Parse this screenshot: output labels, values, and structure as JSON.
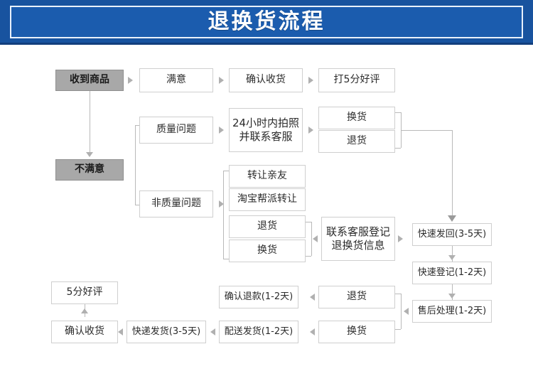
{
  "header": {
    "title": "退换货流程",
    "bg_color": "#18539f",
    "border_color": "#e9f1fb",
    "text_color": "#ffffff"
  },
  "theme": {
    "box_border": "#cfcfcf",
    "box_fill": "#ffffff",
    "gray_fill": "#a8a8a8",
    "connector": "#b9b9b9",
    "text": "#2b2b2b"
  },
  "chart_data": {
    "type": "diagram",
    "title": "退换货流程",
    "nodes": [
      {
        "id": "n1",
        "label": "收到商品",
        "style": "gray"
      },
      {
        "id": "n2",
        "label": "满意",
        "style": "plain"
      },
      {
        "id": "n3",
        "label": "确认收货",
        "style": "plain"
      },
      {
        "id": "n4",
        "label": "打5分好评",
        "style": "plain"
      },
      {
        "id": "n5",
        "label": "不满意",
        "style": "gray"
      },
      {
        "id": "n6",
        "label": "质量问题",
        "style": "plain"
      },
      {
        "id": "n7",
        "label": "24小时内拍照\n并联系客服",
        "style": "plain"
      },
      {
        "id": "n8",
        "label": "换货",
        "style": "plain"
      },
      {
        "id": "n9",
        "label": "退货",
        "style": "plain"
      },
      {
        "id": "n10",
        "label": "非质量问题",
        "style": "plain"
      },
      {
        "id": "n11",
        "label": "转让亲友",
        "style": "plain"
      },
      {
        "id": "n12",
        "label": "淘宝帮派转让",
        "style": "plain"
      },
      {
        "id": "n13",
        "label": "退货",
        "style": "plain"
      },
      {
        "id": "n14",
        "label": "换货",
        "style": "plain"
      },
      {
        "id": "n15",
        "label": "联系客服登记\n退换货信息",
        "style": "plain"
      },
      {
        "id": "n16",
        "label": "快速发回(3-5天)",
        "style": "plain"
      },
      {
        "id": "n17",
        "label": "快速登记(1-2天)",
        "style": "plain"
      },
      {
        "id": "n18",
        "label": "售后处理(1-2天)",
        "style": "plain"
      },
      {
        "id": "n19",
        "label": "退货",
        "style": "plain"
      },
      {
        "id": "n20",
        "label": "换货",
        "style": "plain"
      },
      {
        "id": "n21",
        "label": "确认退款(1-2天)",
        "style": "plain"
      },
      {
        "id": "n22",
        "label": "配送发货(1-2天)",
        "style": "plain"
      },
      {
        "id": "n23",
        "label": "快递发货(3-5天)",
        "style": "plain"
      },
      {
        "id": "n24",
        "label": "确认收货",
        "style": "plain"
      },
      {
        "id": "n25",
        "label": "5分好评",
        "style": "plain"
      }
    ],
    "edges": [
      {
        "from": "n1",
        "to": "n2",
        "dir": "right"
      },
      {
        "from": "n2",
        "to": "n3",
        "dir": "right"
      },
      {
        "from": "n3",
        "to": "n4",
        "dir": "right"
      },
      {
        "from": "n1",
        "to": "n5",
        "dir": "down"
      },
      {
        "from": "n5",
        "to": "n6",
        "dir": "brace-right"
      },
      {
        "from": "n5",
        "to": "n10",
        "dir": "brace-right"
      },
      {
        "from": "n6",
        "to": "n7",
        "dir": "right"
      },
      {
        "from": "n7",
        "to": "n8",
        "dir": "right"
      },
      {
        "from": "n7",
        "to": "n9",
        "dir": "right"
      },
      {
        "from": "n8",
        "to": "n16",
        "dir": "brace-down"
      },
      {
        "from": "n9",
        "to": "n16",
        "dir": "brace-down"
      },
      {
        "from": "n10",
        "to": "n11",
        "dir": "right"
      },
      {
        "from": "n10",
        "to": "n12",
        "dir": "right"
      },
      {
        "from": "n10",
        "to": "n13",
        "dir": "right"
      },
      {
        "from": "n10",
        "to": "n14",
        "dir": "right"
      },
      {
        "from": "n15",
        "to": "n13",
        "dir": "left"
      },
      {
        "from": "n15",
        "to": "n14",
        "dir": "left"
      },
      {
        "from": "n15",
        "to": "n16",
        "dir": "right"
      },
      {
        "from": "n16",
        "to": "n17",
        "dir": "down"
      },
      {
        "from": "n17",
        "to": "n18",
        "dir": "down"
      },
      {
        "from": "n18",
        "to": "n19",
        "dir": "left"
      },
      {
        "from": "n18",
        "to": "n20",
        "dir": "left"
      },
      {
        "from": "n19",
        "to": "n21",
        "dir": "left"
      },
      {
        "from": "n20",
        "to": "n22",
        "dir": "left"
      },
      {
        "from": "n22",
        "to": "n23",
        "dir": "left"
      },
      {
        "from": "n23",
        "to": "n24",
        "dir": "left"
      },
      {
        "from": "n24",
        "to": "n25",
        "dir": "up"
      }
    ]
  }
}
